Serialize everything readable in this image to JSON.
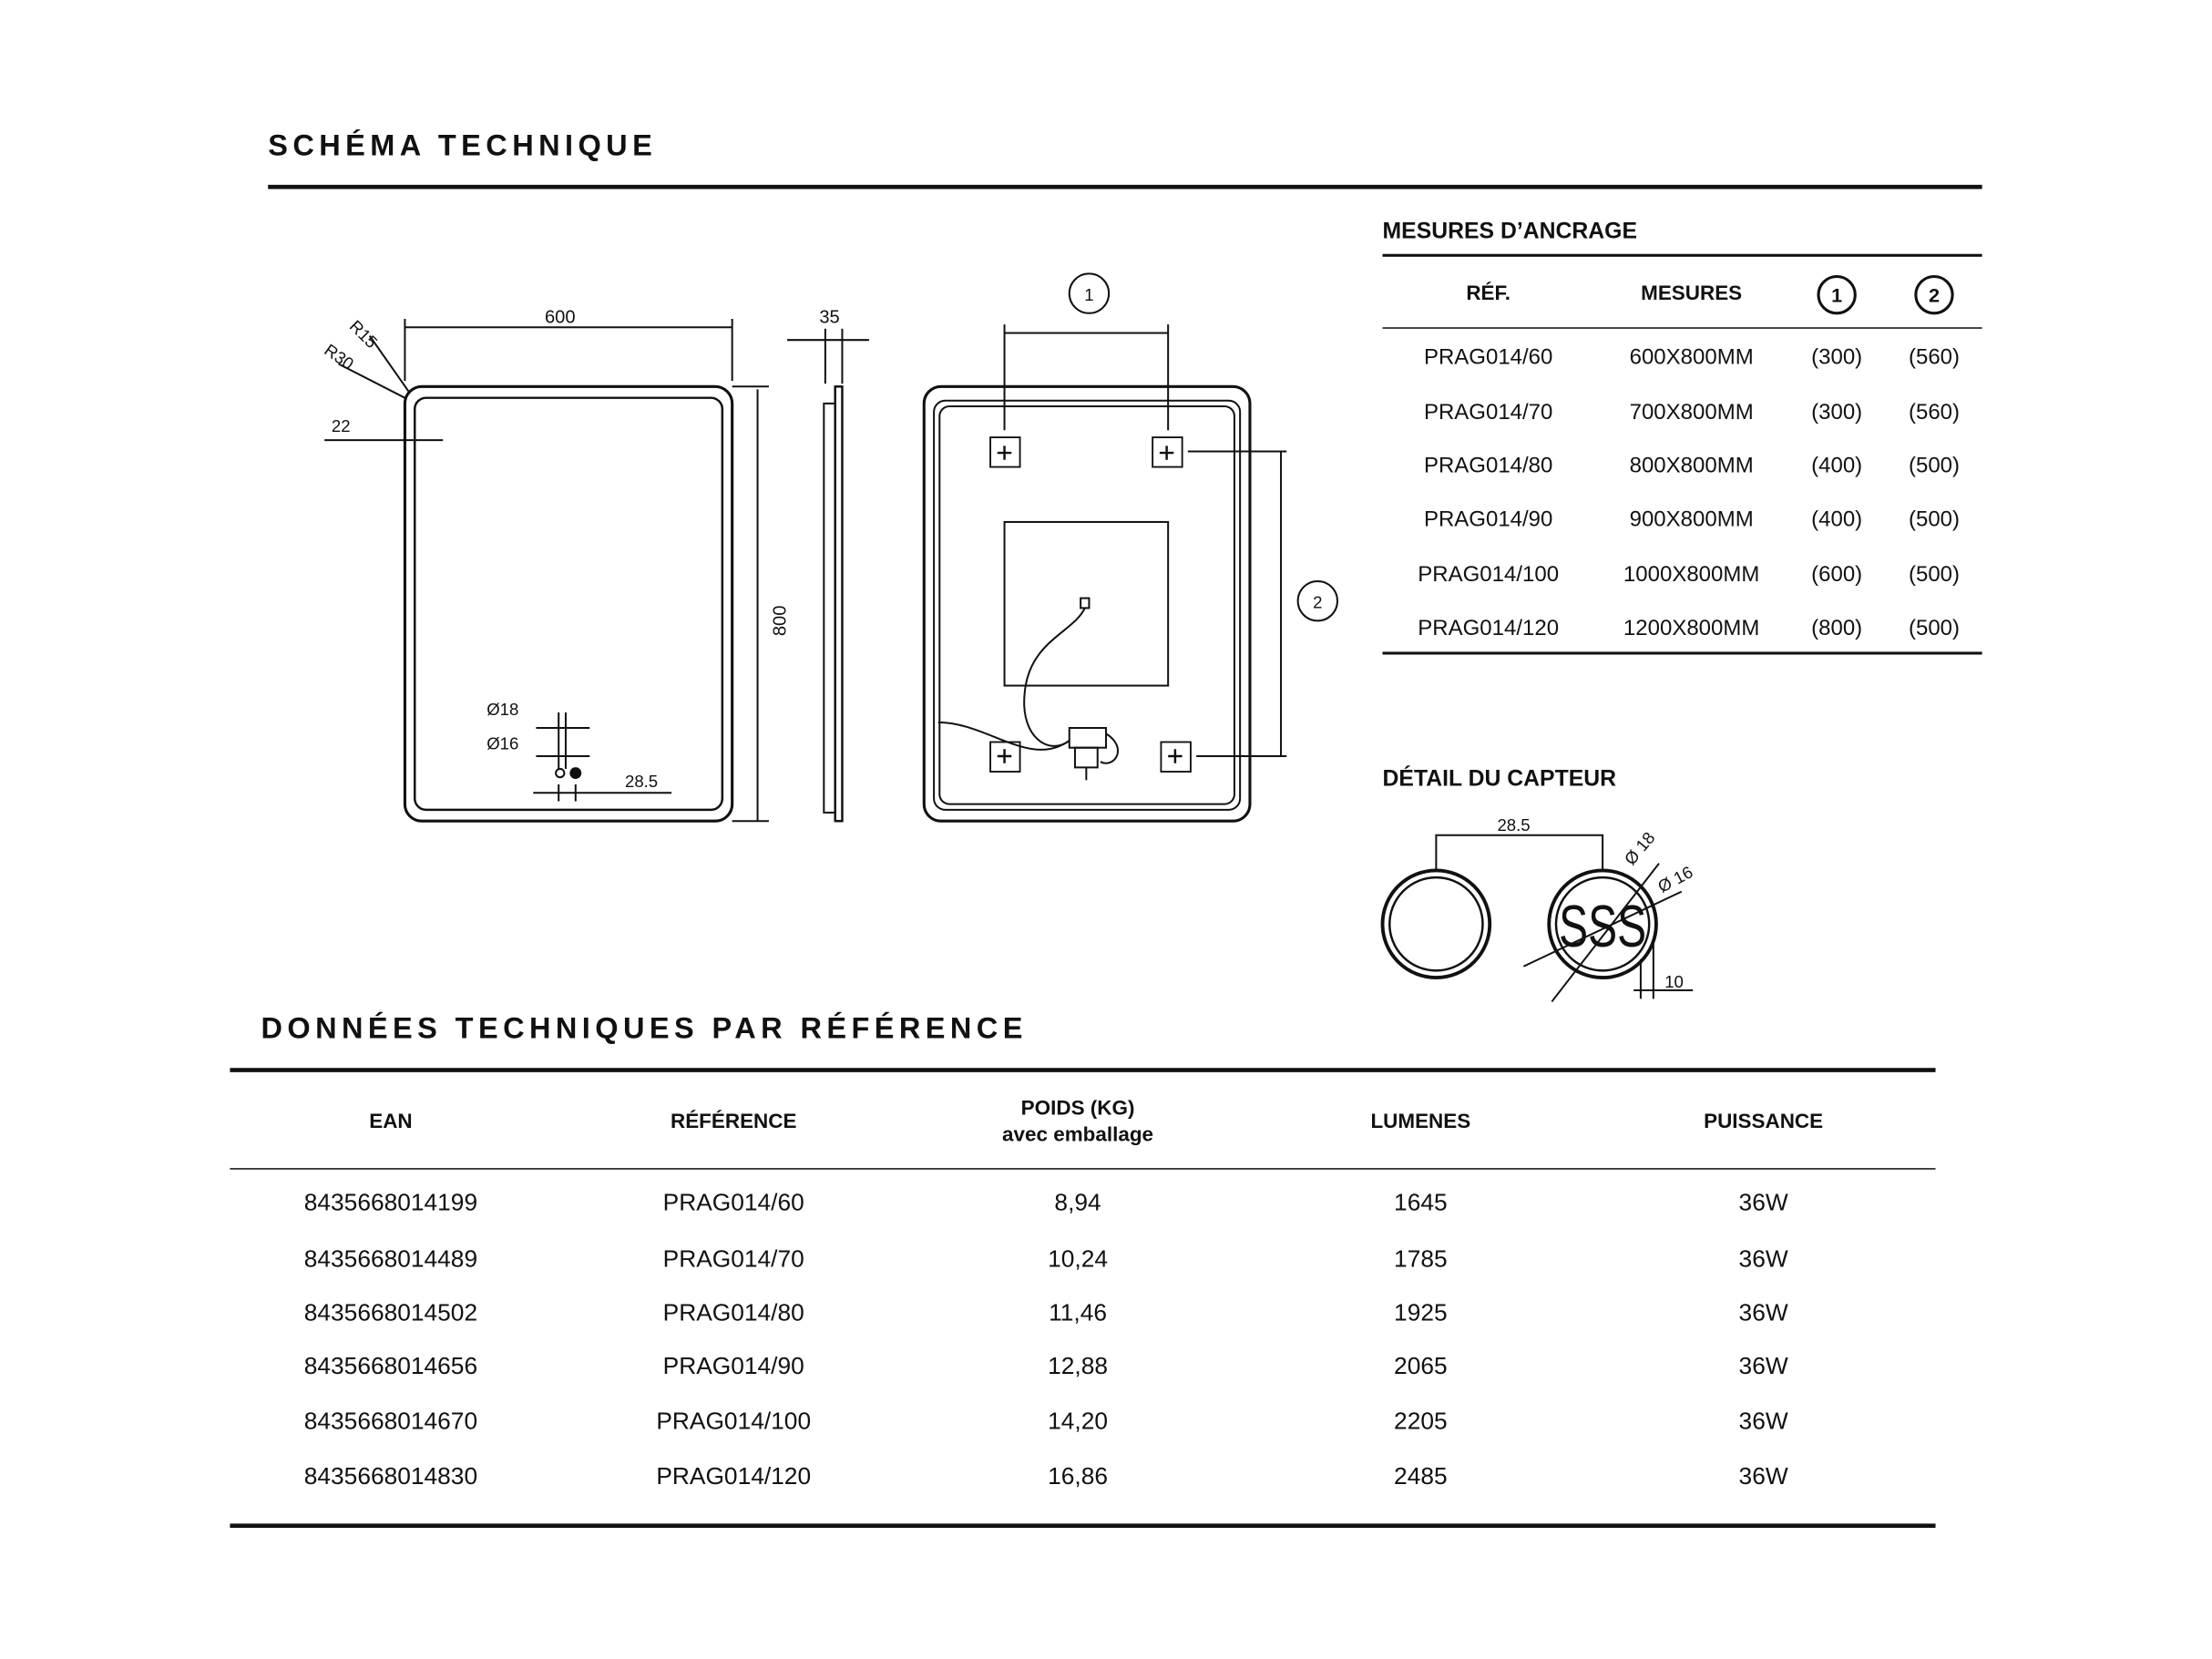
{
  "schema": {
    "title": "SCHÉMA TECHNIQUE",
    "front": {
      "width": "600",
      "height": "800",
      "r15": "R15",
      "r30": "R30",
      "border": "22",
      "d18": "Ø18",
      "d16": "Ø16",
      "spacing": "28.5"
    },
    "side": {
      "depth": "35"
    },
    "back": {
      "marker1": "1",
      "marker2": "2"
    }
  },
  "anchoring": {
    "title": "MESURES D’ANCRAGE",
    "headers": [
      "RÉF.",
      "MESURES",
      "1",
      "2"
    ],
    "rows": [
      [
        "PRAG014/60",
        "600X800MM",
        "(300)",
        "(560)"
      ],
      [
        "PRAG014/70",
        "700X800MM",
        "(300)",
        "(560)"
      ],
      [
        "PRAG014/80",
        "800X800MM",
        "(400)",
        "(500)"
      ],
      [
        "PRAG014/90",
        "900X800MM",
        "(400)",
        "(500)"
      ],
      [
        "PRAG014/100",
        "1000X800MM",
        "(600)",
        "(500)"
      ],
      [
        "PRAG014/120",
        "1200X800MM",
        "(800)",
        "(500)"
      ]
    ]
  },
  "sensor": {
    "title": "DÉTAIL DU CAPTEUR",
    "spacing": "28.5",
    "d18": "Ø 18",
    "d16": "Ø 16",
    "depth": "10",
    "symbol": "SSS"
  },
  "technical": {
    "title": "DONNÉES TECHNIQUES PAR RÉFÉRENCE",
    "headers": [
      "EAN",
      "RÉFÉRENCE",
      "POIDS (KG)",
      "LUMENES",
      "PUISSANCE"
    ],
    "weight_subheader": "avec emballage",
    "rows": [
      [
        "8435668014199",
        "PRAG014/60",
        "8,94",
        "1645",
        "36W"
      ],
      [
        "8435668014489",
        "PRAG014/70",
        "10,24",
        "1785",
        "36W"
      ],
      [
        "8435668014502",
        "PRAG014/80",
        "11,46",
        "1925",
        "36W"
      ],
      [
        "8435668014656",
        "PRAG014/90",
        "12,88",
        "2065",
        "36W"
      ],
      [
        "8435668014670",
        "PRAG014/100",
        "14,20",
        "2205",
        "36W"
      ],
      [
        "8435668014830",
        "PRAG014/120",
        "16,86",
        "2485",
        "36W"
      ]
    ]
  }
}
